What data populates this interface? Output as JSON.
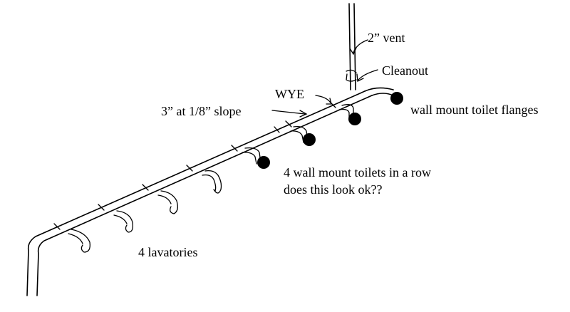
{
  "labels": {
    "vent": "2” vent",
    "cleanout": "Cleanout",
    "wye": "WYE",
    "slope": "3” at 1/8” slope",
    "flanges": "wall mount toilet flanges",
    "toilets_line1": "4 wall mount toilets in a row",
    "toilets_line2": "does this look ok??",
    "lavatories": "4 lavatories"
  }
}
